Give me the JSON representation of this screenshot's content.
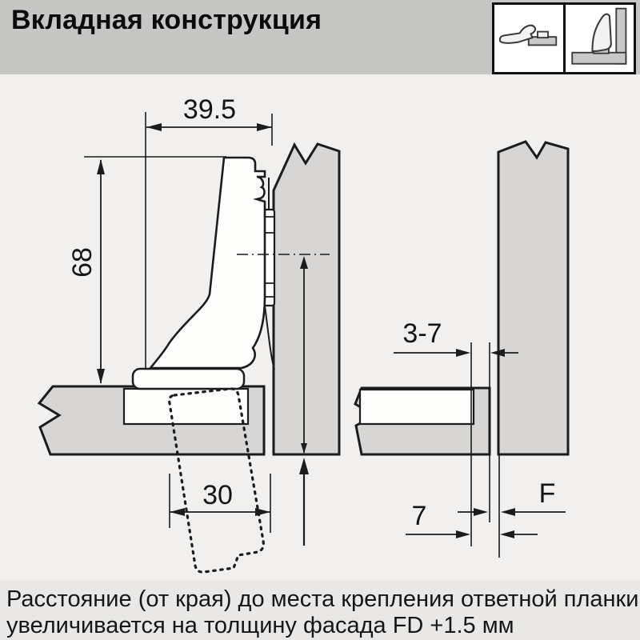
{
  "header": {
    "title": "Вкладная конструкция"
  },
  "legend": {
    "icon_open_hinge": "hinge-open-side-view",
    "icon_inset_hinge": "hinge-inset-mounted"
  },
  "drawing": {
    "left_view": {
      "width_dim": "39.5",
      "height_dim": "68",
      "cup_dim": "30"
    },
    "right_view": {
      "cup_distance_dim": "3-7",
      "edge_distance_dim": "7",
      "gap_dim": "F"
    }
  },
  "caption": {
    "line1": "Расстояние (от края) до места крепления ответной планки",
    "line2": "увеличивается на толщину фасада FD +1.5 мм"
  },
  "colors": {
    "header_bg": "#c6c6c5",
    "drawing_bg": "#f1f0ee",
    "caption_bg": "#e9e8e6",
    "panel_fill": "#d7d6d4",
    "white_fill": "#fdfdfc",
    "line": "#1c1c1c"
  }
}
